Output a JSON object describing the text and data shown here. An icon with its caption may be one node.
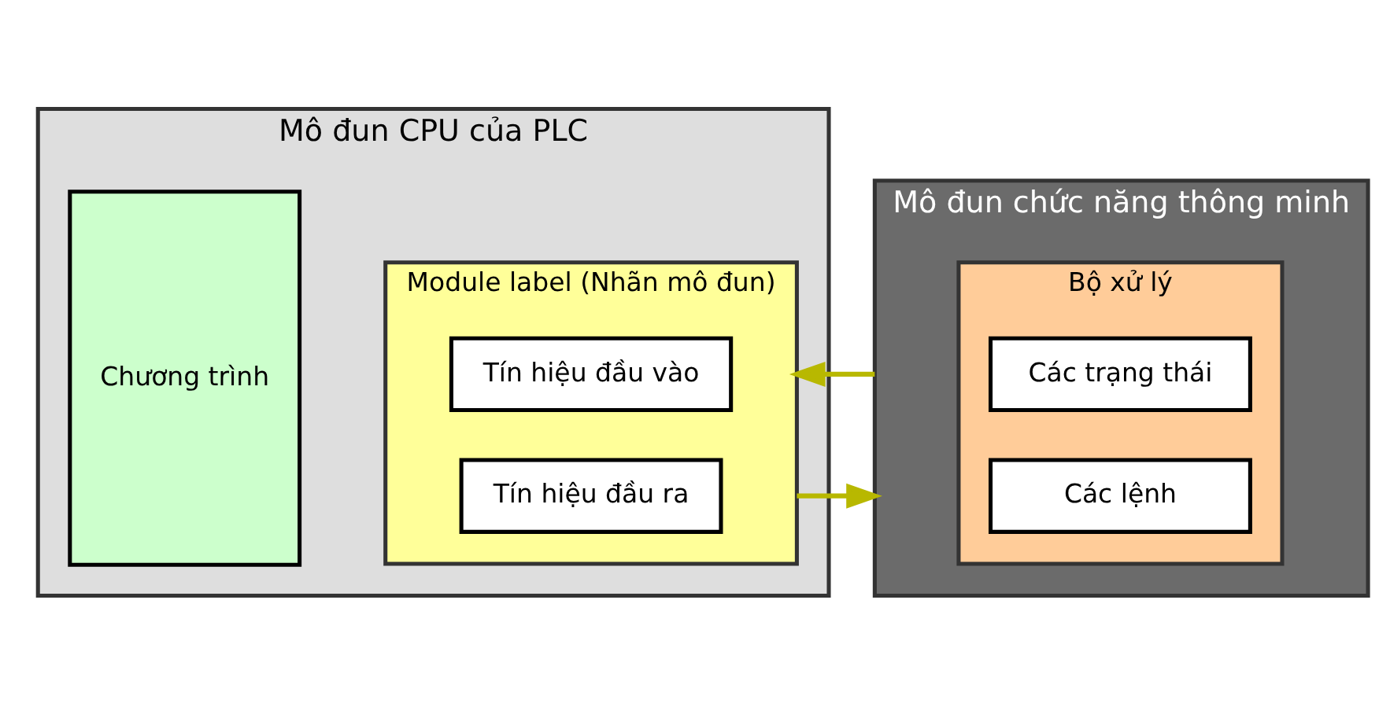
{
  "diagram": {
    "nodes": [
      {
        "text": [
          "Mô đun CPU của PLC"
        ]
      },
      {
        "text": [
          "Chương trình"
        ],
        "in": 0
      },
      {
        "text": [
          "Module label (Nhãn mô đun)"
        ],
        "in": 0
      },
      {
        "text": [
          "Tín hiệu đầu vào"
        ],
        "in": 2
      },
      {
        "text": [
          "Tín hiệu đầu ra"
        ],
        "in": 2
      },
      {
        "text": [
          "Mô đun chức năng thông minh"
        ]
      },
      {
        "text": [
          "Bộ xử lý"
        ],
        "in": 5
      },
      {
        "text": [
          "Các trạng thái"
        ],
        "in": 6
      },
      {
        "text": [
          "Các lệnh"
        ],
        "in": 6
      }
    ],
    "edges": [
      {
        "from": 5,
        "to": 2,
        "arrow": "to"
      },
      {
        "from": 2,
        "to": 5,
        "arrow": "to"
      }
    ]
  }
}
